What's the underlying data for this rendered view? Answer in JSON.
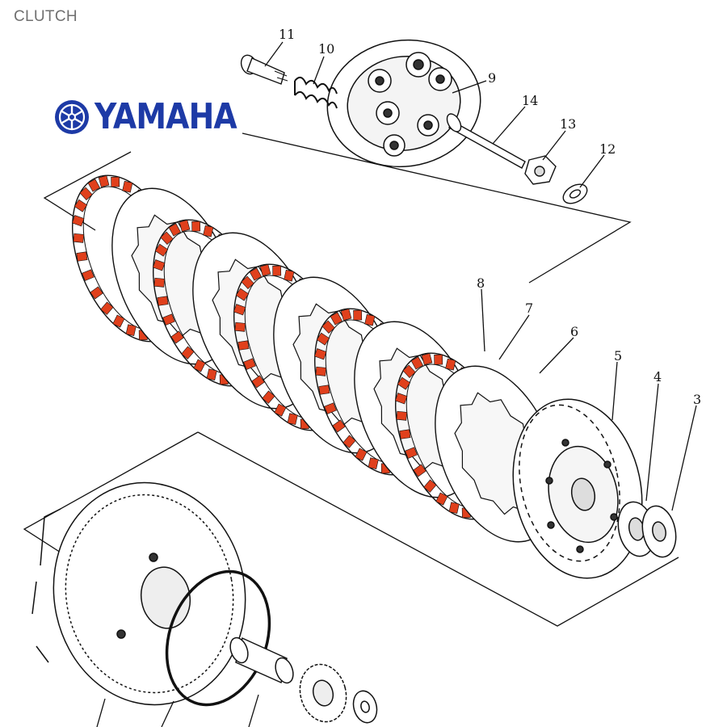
{
  "page": {
    "caption": "CLUTCH"
  },
  "brand": {
    "name": "YAMAHA",
    "color": "#1d3aa6",
    "icon": "yamaha-tuning-fork-icon"
  },
  "colors": {
    "friction_pad": "#e0401c",
    "line": "#111111"
  },
  "callouts": [
    "11",
    "10",
    "9",
    "14",
    "13",
    "12",
    "8",
    "7",
    "6",
    "5",
    "4",
    "3"
  ],
  "parts": [
    {
      "callout": "3",
      "part": "lock-washer"
    },
    {
      "callout": "4",
      "part": "thrust-plate"
    },
    {
      "callout": "5",
      "part": "clutch-boss"
    },
    {
      "callout": "6",
      "part": "clutch-plate"
    },
    {
      "callout": "7",
      "part": "friction-plate"
    },
    {
      "callout": "8",
      "part": "friction-plate"
    },
    {
      "callout": "9",
      "part": "pressure-plate"
    },
    {
      "callout": "10",
      "part": "clutch-spring"
    },
    {
      "callout": "11",
      "part": "spring-bolt"
    },
    {
      "callout": "12",
      "part": "washer"
    },
    {
      "callout": "13",
      "part": "nut"
    },
    {
      "callout": "14",
      "part": "push-rod"
    }
  ]
}
